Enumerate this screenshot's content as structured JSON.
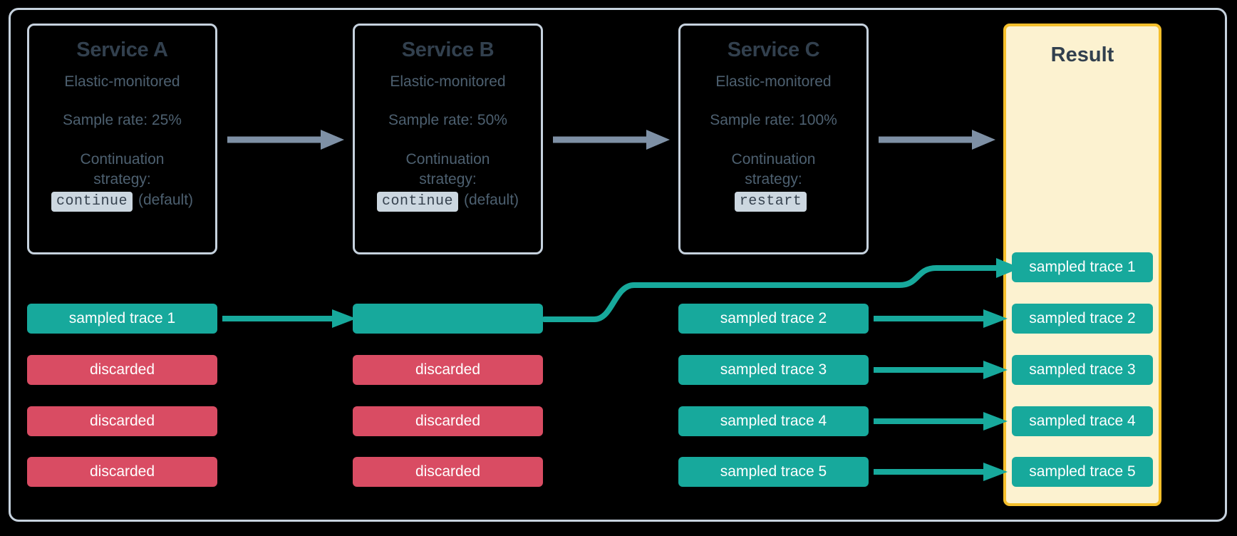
{
  "diagram": {
    "title": "Elastic APM distributed trace sampling flow",
    "colors": {
      "background": "#000000",
      "frame_border": "#c6d2de",
      "service_border": "#c6d2de",
      "service_title": "#32404e",
      "service_text": "#4d6070",
      "code_chip_bg": "#ccd7e0",
      "sampled": "#17a99c",
      "discarded": "#d94c63",
      "result_bg": "#fcf2d0",
      "result_border": "#f5bf2b",
      "gray_arrow": "#7e90a5"
    }
  },
  "services": [
    {
      "name": "Service A",
      "monitored": "Elastic-monitored",
      "sample_rate": "Sample rate: 25%",
      "strategy_label_line1": "Continuation",
      "strategy_label_line2": "strategy:",
      "strategy_value": "continue",
      "strategy_note": "(default)"
    },
    {
      "name": "Service B",
      "monitored": "Elastic-monitored",
      "sample_rate": "Sample rate: 50%",
      "strategy_label_line1": "Continuation",
      "strategy_label_line2": "strategy:",
      "strategy_value": "continue",
      "strategy_note": "(default)"
    },
    {
      "name": "Service C",
      "monitored": "Elastic-monitored",
      "sample_rate": "Sample rate: 100%",
      "strategy_label_line1": "Continuation",
      "strategy_label_line2": "strategy:",
      "strategy_value": "restart",
      "strategy_note": ""
    }
  ],
  "result": {
    "title": "Result",
    "traces": [
      "sampled trace 1",
      "sampled trace 2",
      "sampled trace 3",
      "sampled trace 4",
      "sampled trace 5"
    ]
  },
  "columns": {
    "service_a": [
      {
        "label": "sampled trace 1",
        "kind": "sampled"
      },
      {
        "label": "discarded",
        "kind": "discarded"
      },
      {
        "label": "discarded",
        "kind": "discarded"
      },
      {
        "label": "discarded",
        "kind": "discarded"
      }
    ],
    "service_b": [
      {
        "label": "",
        "kind": "sampled"
      },
      {
        "label": "discarded",
        "kind": "discarded"
      },
      {
        "label": "discarded",
        "kind": "discarded"
      },
      {
        "label": "discarded",
        "kind": "discarded"
      }
    ],
    "service_c": [
      {
        "label": "sampled trace 2",
        "kind": "sampled"
      },
      {
        "label": "sampled trace 3",
        "kind": "sampled"
      },
      {
        "label": "sampled trace 4",
        "kind": "sampled"
      },
      {
        "label": "sampled trace 5",
        "kind": "sampled"
      }
    ]
  }
}
